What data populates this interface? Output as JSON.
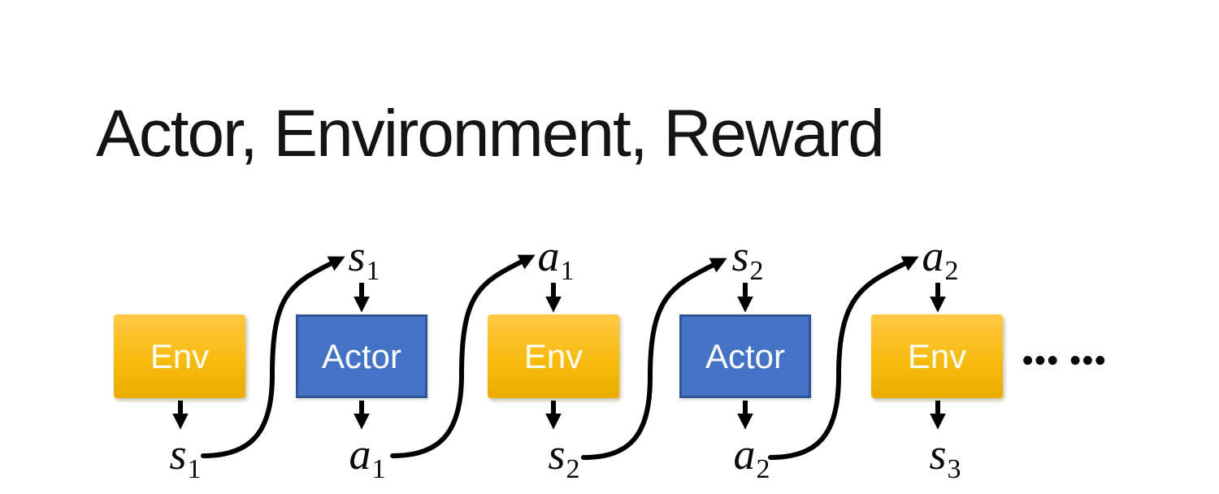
{
  "title": "Actor, Environment, Reward",
  "colors": {
    "env_gradient_top": "#FFC945",
    "env_gradient_bottom": "#EAAB00",
    "actor_fill": "#4472C4",
    "actor_border": "#2F5597",
    "box_text": "#FFFFFF",
    "arrow": "#000000",
    "title_text": "#141414"
  },
  "diagram": {
    "boxes": [
      {
        "id": "env-1",
        "label": "Env"
      },
      {
        "id": "actor-1",
        "label": "Actor"
      },
      {
        "id": "env-2",
        "label": "Env"
      },
      {
        "id": "actor-2",
        "label": "Actor"
      },
      {
        "id": "env-3",
        "label": "Env"
      }
    ],
    "top_labels": [
      {
        "base": "s",
        "sub": "1"
      },
      {
        "base": "a",
        "sub": "1"
      },
      {
        "base": "s",
        "sub": "2"
      },
      {
        "base": "a",
        "sub": "2"
      }
    ],
    "bottom_labels": [
      {
        "base": "s",
        "sub": "1"
      },
      {
        "base": "a",
        "sub": "1"
      },
      {
        "base": "s",
        "sub": "2"
      },
      {
        "base": "a",
        "sub": "2"
      },
      {
        "base": "s",
        "sub": "3"
      }
    ],
    "ellipsis": "••• •••"
  }
}
